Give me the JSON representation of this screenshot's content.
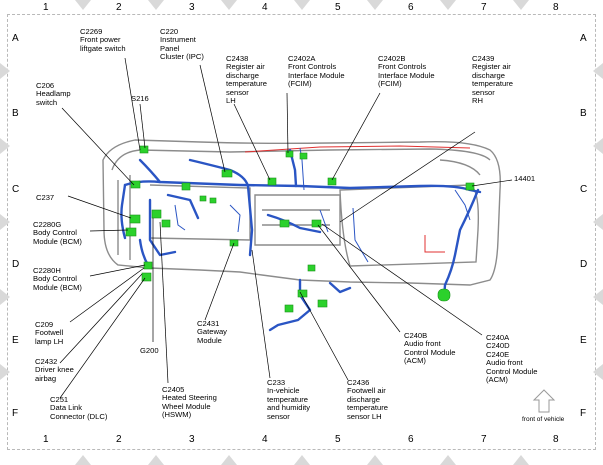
{
  "grid": {
    "columns": [
      "1",
      "2",
      "3",
      "4",
      "5",
      "6",
      "7",
      "8"
    ],
    "rows": [
      "A",
      "B",
      "C",
      "D",
      "E",
      "F"
    ]
  },
  "colors": {
    "harness": "#2a55c4",
    "connector": "#2bd12b",
    "dash_frame": "#8c8c8c",
    "red_wire": "#e03030",
    "label_line": "#000000"
  },
  "labels": [
    {
      "id": "c2269",
      "text": "C2269\nFront power\nliftgate switch"
    },
    {
      "id": "c220",
      "text": "C220\nInstrument\nPanel\nCluster (IPC)"
    },
    {
      "id": "c2438",
      "text": "C2438\nRegister air\ndischarge\ntemperature\nsensor\nLH"
    },
    {
      "id": "c2402a",
      "text": "C2402A\nFront Controls\nInterface Module\n(FCIM)"
    },
    {
      "id": "c2402b",
      "text": "C2402B\nFront Controls\nInterface Module\n(FCIM)"
    },
    {
      "id": "c2439",
      "text": "C2439\nRegister air\ndischarge\ntemperature\nsensor\nRH"
    },
    {
      "id": "c206",
      "text": "C206\nHeadlamp\nswitch"
    },
    {
      "id": "s216",
      "text": "S216"
    },
    {
      "id": "c237",
      "text": "C237"
    },
    {
      "id": "n14401",
      "text": "14401"
    },
    {
      "id": "c2280g",
      "text": "C2280G\nBody Control\nModule (BCM)"
    },
    {
      "id": "c2280h",
      "text": "C2280H\nBody Control\nModule (BCM)"
    },
    {
      "id": "c209",
      "text": "C209\nFootwell\nlamp LH"
    },
    {
      "id": "g200",
      "text": "G200"
    },
    {
      "id": "c2431",
      "text": "C2431\nGateway\nModule"
    },
    {
      "id": "c240b",
      "text": "C240B\nAudio front\nControl Module\n(ACM)"
    },
    {
      "id": "c240a",
      "text": "C240A\nC240D\nC240E\nAudio front\nControl Module\n(ACM)"
    },
    {
      "id": "c2432",
      "text": "C2432\nDriver knee\nairbag"
    },
    {
      "id": "c2405",
      "text": "C2405\nHeated Steering\nWheel Module\n(HSWM)"
    },
    {
      "id": "c233",
      "text": "C233\nIn-vehicle\ntemperature\nand humidity\nsensor"
    },
    {
      "id": "c2436",
      "text": "C2436\nFootwell air\ndischarge\ntemperature\nsensor LH"
    },
    {
      "id": "c251",
      "text": "C251\nData Link\nConnector (DLC)"
    },
    {
      "id": "front",
      "text": "front of vehicle"
    }
  ]
}
